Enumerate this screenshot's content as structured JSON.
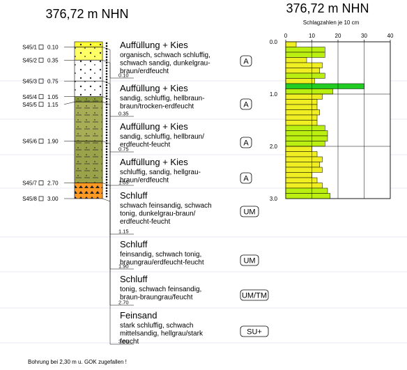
{
  "left_header": {
    "elevation": "376,72 m NHN"
  },
  "right_header": {
    "elevation": "376,72 m NHN",
    "chart_caption": "Schlagzahlen je 10 cm"
  },
  "samples": [
    {
      "id": "S45/1",
      "depth": "0.10"
    },
    {
      "id": "S45/2",
      "depth": "0.35"
    },
    {
      "id": "S45/3",
      "depth": "0.75"
    },
    {
      "id": "S45/4",
      "depth": "1.05"
    },
    {
      "id": "S45/5",
      "depth": "1.15"
    },
    {
      "id": "S45/6",
      "depth": "1.90"
    },
    {
      "id": "S45/7",
      "depth": "2.70"
    },
    {
      "id": "S45/8",
      "depth": "3.00"
    }
  ],
  "layers": [
    {
      "top": 0.0,
      "bottom": 0.1,
      "title": "Auffüllung + Kies",
      "desc": [
        "organisch, schwach schluffig,",
        "schwach sandig, dunkelgrau-",
        "braun/erdfeucht"
      ],
      "code": "A",
      "depth_label": "0.10",
      "color": "#ffff33",
      "pattern": "fill"
    },
    {
      "top": 0.1,
      "bottom": 0.35,
      "title": "Auffüllung + Kies",
      "desc": [
        "sandig, schluffig, hellbraun-",
        "braun/trocken-erdfeucht"
      ],
      "code": "A",
      "depth_label": "0.35",
      "color": "#ffff66",
      "pattern": "fill"
    },
    {
      "top": 0.35,
      "bottom": 0.75,
      "title": "Auffüllung + Kies",
      "desc": [
        "sandig, schluffig, hellbraun/",
        "erdfeucht-feucht"
      ],
      "code": "A",
      "depth_label": "0.75",
      "color": "#ffffff",
      "pattern": "fill"
    },
    {
      "top": 0.75,
      "bottom": 1.05,
      "title": "Auffüllung + Kies",
      "desc": [
        "schluffig, sandig, hellgrau-",
        "braun/erdfeucht"
      ],
      "code": "A",
      "depth_label": "1.05",
      "color": "#ffffff",
      "pattern": "fill"
    },
    {
      "top": 1.05,
      "bottom": 1.15,
      "title": "Schluff",
      "desc": [
        "schwach feinsandig, schwach",
        "tonig, dunkelgrau-braun/",
        "erdfeucht-feucht"
      ],
      "code": "UM",
      "depth_label": "1.15",
      "color": "#8b9a3a",
      "pattern": "silt"
    },
    {
      "top": 1.15,
      "bottom": 1.9,
      "title": "Schluff",
      "desc": [
        "feinsandig, schwach tonig,",
        "braungrau/erdfeucht-feucht"
      ],
      "code": "UM",
      "depth_label": "1.90",
      "color": "#a6ad55",
      "pattern": "silt"
    },
    {
      "top": 1.9,
      "bottom": 2.7,
      "title": "Schluff",
      "desc": [
        "tonig, schwach feinsandig,",
        "braun-braungrau/feucht"
      ],
      "code": "UM/TM",
      "depth_label": "2.70",
      "color": "#9aa24a",
      "pattern": "silt"
    },
    {
      "top": 2.7,
      "bottom": 3.0,
      "title": "Feinsand",
      "desc": [
        "stark schluffig, schwach",
        "mittelsandig, hellgrau/stark",
        "feucht"
      ],
      "code": "SU+",
      "depth_label": "3.00",
      "color": "#ff9922",
      "pattern": "sand"
    }
  ],
  "chart_data": {
    "type": "bar",
    "orientation": "horizontal",
    "title": "Schlagzahlen je 10 cm",
    "x_ticks": [
      0,
      10,
      20,
      30,
      40
    ],
    "y_ticks": [
      "0.0",
      "1.0",
      "2.0",
      "3.0"
    ],
    "xlim": [
      0,
      40
    ],
    "ylim": [
      0,
      3.0
    ],
    "bin_size_m": 0.1,
    "values": [
      4,
      15,
      15,
      8,
      14,
      13,
      15,
      11,
      30,
      18,
      14,
      12,
      12,
      13,
      12,
      12,
      15,
      16,
      16,
      15,
      10,
      12,
      14,
      13,
      14,
      10,
      12,
      14,
      16,
      17
    ]
  },
  "footer": {
    "note": "Bohrung bei 2,30 m u. GOK zugefallen !"
  }
}
